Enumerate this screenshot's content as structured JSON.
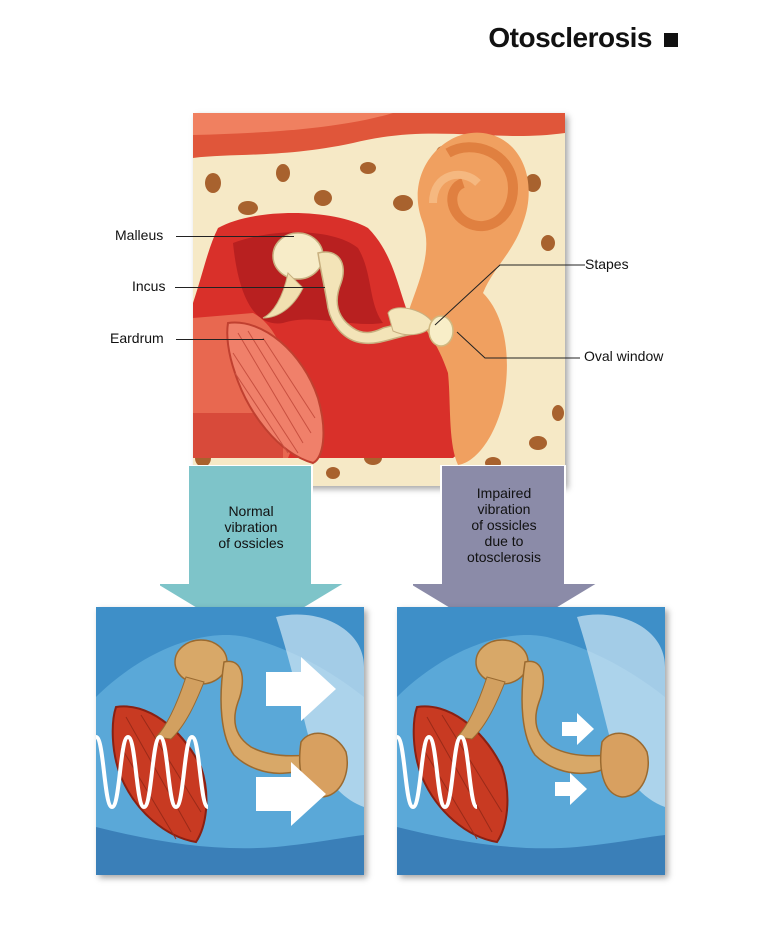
{
  "title": "Otosclerosis",
  "labels": {
    "malleus": "Malleus",
    "incus": "Incus",
    "eardrum": "Eardrum",
    "stapes": "Stapes",
    "oval_window": "Oval window"
  },
  "arrows": {
    "normal": [
      "Normal",
      "vibration",
      "of ossicles"
    ],
    "impaired": [
      "Impaired",
      "vibration",
      "of ossicles",
      "due to",
      "otosclerosis"
    ]
  },
  "colors": {
    "normal_arrow": "#7ec4c9",
    "impaired_arrow": "#8b8ba8",
    "bone": "#f6e9c6",
    "tissue_red": "#e8403a",
    "fluid_blue": "#5aa8d8"
  }
}
